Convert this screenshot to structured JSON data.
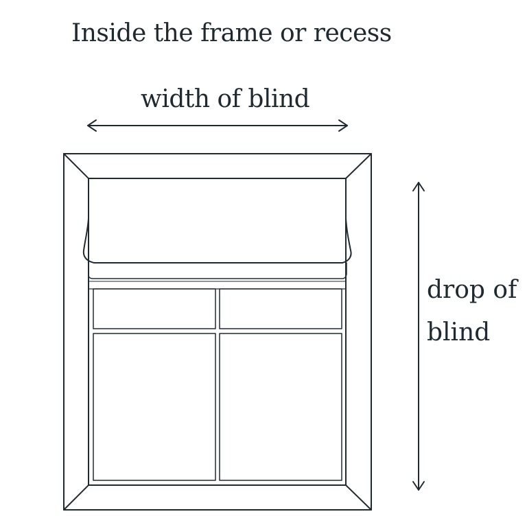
{
  "title": "Inside the frame or recess",
  "width_label": "width of blind",
  "drop_label_line1": "drop of",
  "drop_label_line2": "blind",
  "colors": {
    "line": "#1f2a30",
    "background": "#ffffff"
  }
}
